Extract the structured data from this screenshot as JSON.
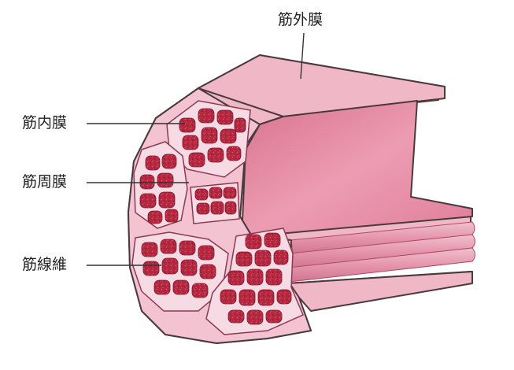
{
  "labels": {
    "epimysium": "筋外膜",
    "endomysium": "筋内膜",
    "perimysium": "筋周膜",
    "muscle_fiber": "筋線維"
  },
  "colors": {
    "sheath": "#f0b7c7",
    "sheath_edge": "#4a3a3d",
    "inner_wall": "#e88ea6",
    "fascicle_bg": "#f7dbe4",
    "fiber_fill": "#b5263f",
    "fiber_strand": "#e2a0b4",
    "leader_line": "#333333"
  }
}
